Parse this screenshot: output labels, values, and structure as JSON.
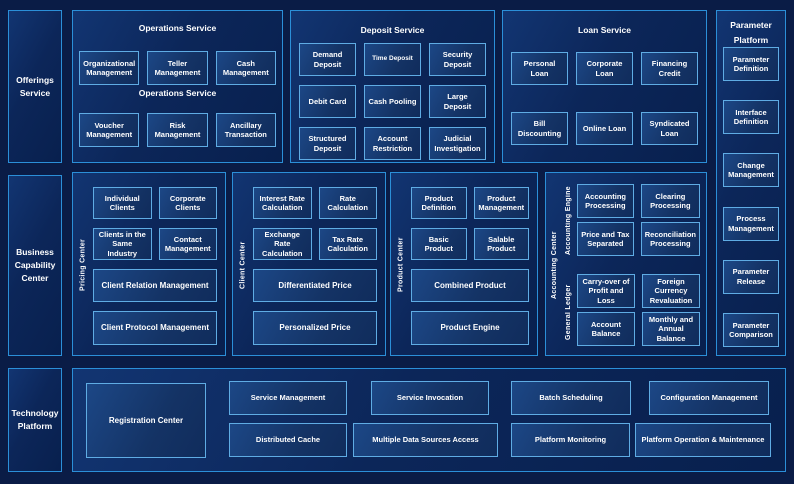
{
  "left_rail": {
    "offerings": "Offerings Service",
    "business_capability": "Business Capability Center",
    "technology": "Technology Platform"
  },
  "operations": {
    "title": "Operations Service",
    "subtitle": "Operations Service",
    "items": [
      "Organizational Management",
      "Teller Management",
      "Cash Management",
      "Voucher Management",
      "Risk Management",
      "Ancillary Transaction"
    ]
  },
  "deposit": {
    "title": "Deposit Service",
    "items": [
      "Demand Deposit",
      "Time Deposit",
      "Security Deposit",
      "Debit Card",
      "Cash Pooling",
      "Large Deposit",
      "Structured Deposit",
      "Account Restriction",
      "Judicial Investigation"
    ]
  },
  "loan": {
    "title": "Loan Service",
    "items": [
      "Personal Loan",
      "Corporate Loan",
      "Financing Credit",
      "Bill Discounting",
      "Online Loan",
      "Syndicated Loan"
    ]
  },
  "parameter": {
    "title": "Parameter Platform",
    "items": [
      "Parameter Definition",
      "Interface Definition",
      "Change Management",
      "Process Management",
      "Parameter Release",
      "Parameter Comparison"
    ]
  },
  "pricing": {
    "label": "Pricing Center",
    "small": [
      "Individual Clients",
      "Corporate Clients",
      "Clients in the Same Industry",
      "Contact Management"
    ],
    "wide": [
      "Client Relation Management",
      "Client Protocol Management"
    ]
  },
  "client": {
    "label": "Client Center",
    "small": [
      "Interest Rate Calculation",
      "Rate Calculation",
      "Exchange Rate Calculation",
      "Tax Rate Calculation"
    ],
    "wide": [
      "Differentiated Price",
      "Personalized Price"
    ]
  },
  "product": {
    "label": "Product Center",
    "small": [
      "Product Definition",
      "Product Management",
      "Basic Product",
      "Salable Product"
    ],
    "wide": [
      "Combined Product",
      "Product Engine"
    ]
  },
  "accounting": {
    "label": "Accounting Center",
    "engine": {
      "label": "Accounting Engine",
      "items": [
        "Accounting Processing",
        "Clearing Processing",
        "Price and Tax Separated",
        "Reconciliation Processing"
      ]
    },
    "ledger": {
      "label": "General Ledger",
      "items": [
        "Carry-over of Profit and Loss",
        "Foreign Currency Revaluation",
        "Account Balance",
        "Monthly and Annual Balance"
      ]
    }
  },
  "technology_platform": {
    "registration": "Registration Center",
    "row1": [
      "Service Management",
      "Service Invocation",
      "Batch Scheduling",
      "Configuration Management"
    ],
    "row2": [
      "Distributed Cache",
      "Multiple Data Sources Access",
      "Platform Monitoring",
      "Platform Operation & Maintenance"
    ]
  },
  "colors": {
    "background": "#0a1c46",
    "panel_border": "#2b8fd8",
    "box_border": "#5face4",
    "panel_fill": "#0c2659",
    "box_fill": "#143365",
    "text": "#ffffff"
  }
}
